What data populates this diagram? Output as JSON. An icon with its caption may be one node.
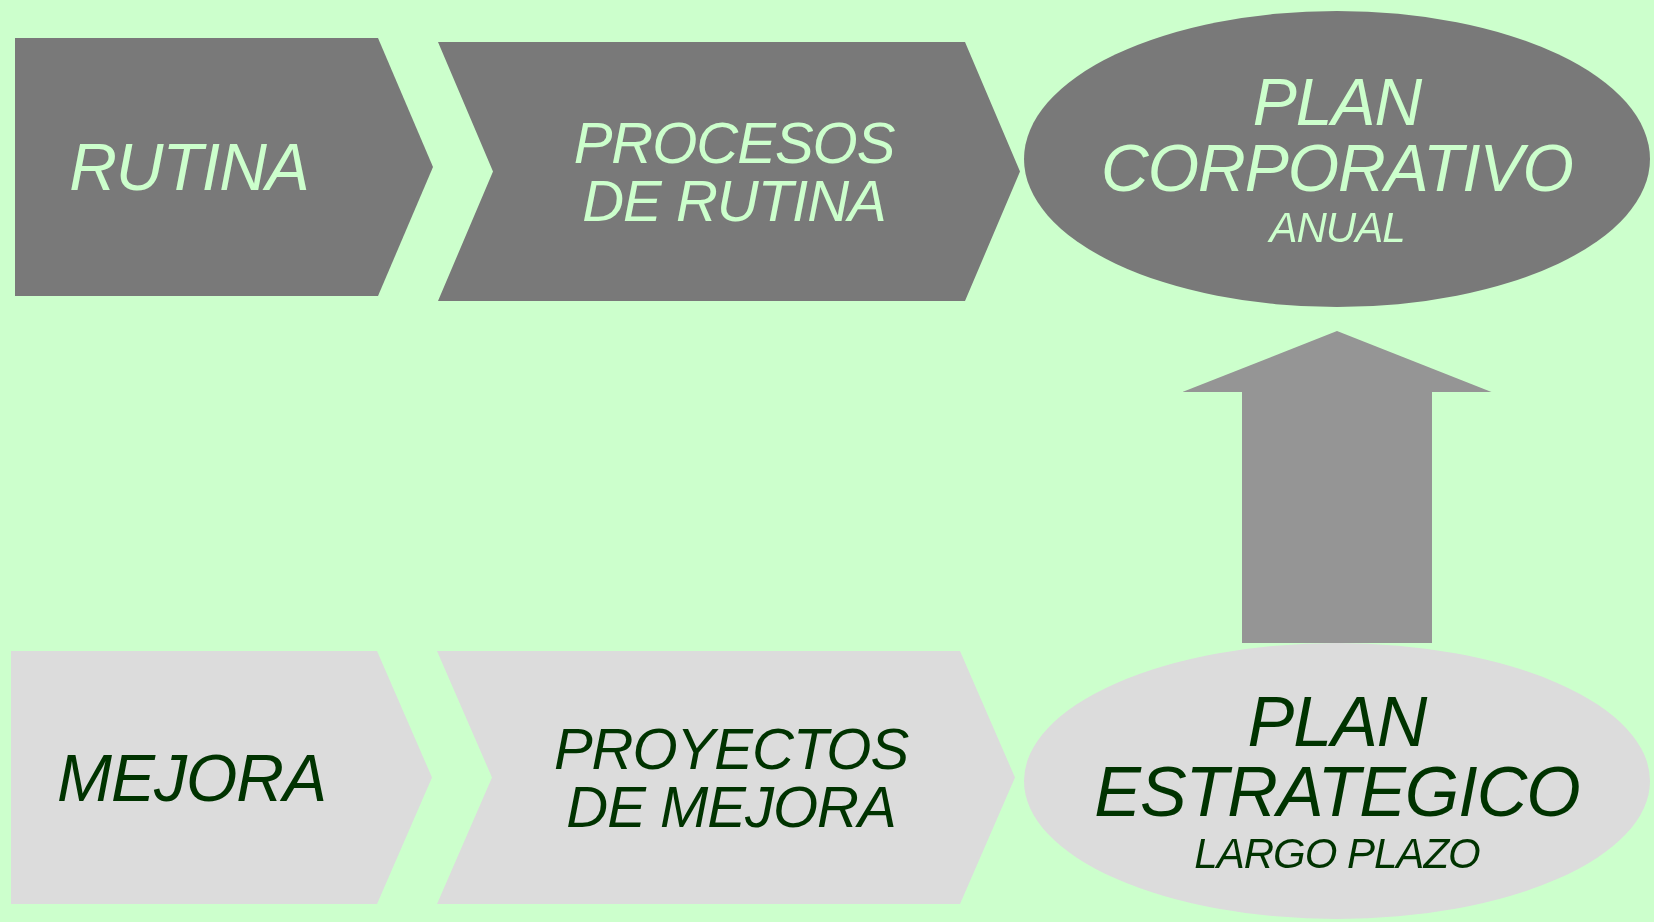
{
  "diagram": {
    "nodes": [
      {
        "text": [
          "RUTINA"
        ]
      },
      {
        "text": [
          "PROCESOS DE RUTINA"
        ]
      },
      {
        "text": [
          "PLAN CORPORATIVO",
          "ANUAL"
        ]
      },
      {
        "text": [
          "MEJORA"
        ]
      },
      {
        "text": [
          "PROYECTOS DE MEJORA"
        ]
      },
      {
        "text": [
          "PLAN ESTRATEGICO",
          "LARGO PLAZO"
        ]
      }
    ],
    "edges": [
      {
        "from": 5,
        "to": 2,
        "arrow": "to"
      }
    ]
  }
}
